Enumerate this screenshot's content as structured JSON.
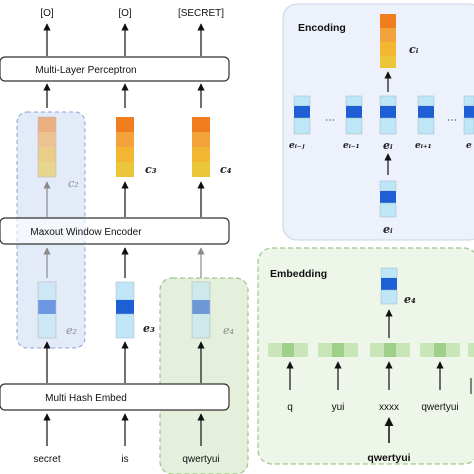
{
  "outputs": {
    "out1": "[O]",
    "out2": "[O]",
    "out3": "[SECRET]"
  },
  "mlp_label": "Multi-Layer Perceptron",
  "maxout_label": "Maxout Window Encoder",
  "hash_embed_label": "Multi Hash Embed",
  "tokens": {
    "t1": "secret",
    "t2": "is",
    "t3": "qwertyui"
  },
  "vectors": {
    "c2": "c₂",
    "c3": "c₃",
    "c4": "c₄",
    "e2": "e₂",
    "e3": "e₃",
    "e4": "e₄"
  },
  "encoding": {
    "title": "Encoding",
    "ci": "cᵢ",
    "e_i_minus_j": "eᵢ₋ⱼ",
    "e_i_minus_1": "eᵢ₋₁",
    "e_i": "eᵢ",
    "e_i_plus_1": "eᵢ₊₁",
    "e_i_plus_j": "e",
    "e_i_bottom": "eᵢ",
    "dots1": "⋯",
    "dots2": "⋯"
  },
  "embedding": {
    "title": "Embedding",
    "e4": "e₄",
    "subtokens": [
      "q",
      "yui",
      "xxxx",
      "qwertyui"
    ],
    "word": "qwertyui"
  },
  "colors": {
    "blue_dark": "#1f5fd6",
    "blue_light": "#bfe6f6",
    "orange": "#f07e1e",
    "yellow": "#ecc63a",
    "green_light": "#c8e6b8",
    "green_mid": "#9fd08a"
  }
}
